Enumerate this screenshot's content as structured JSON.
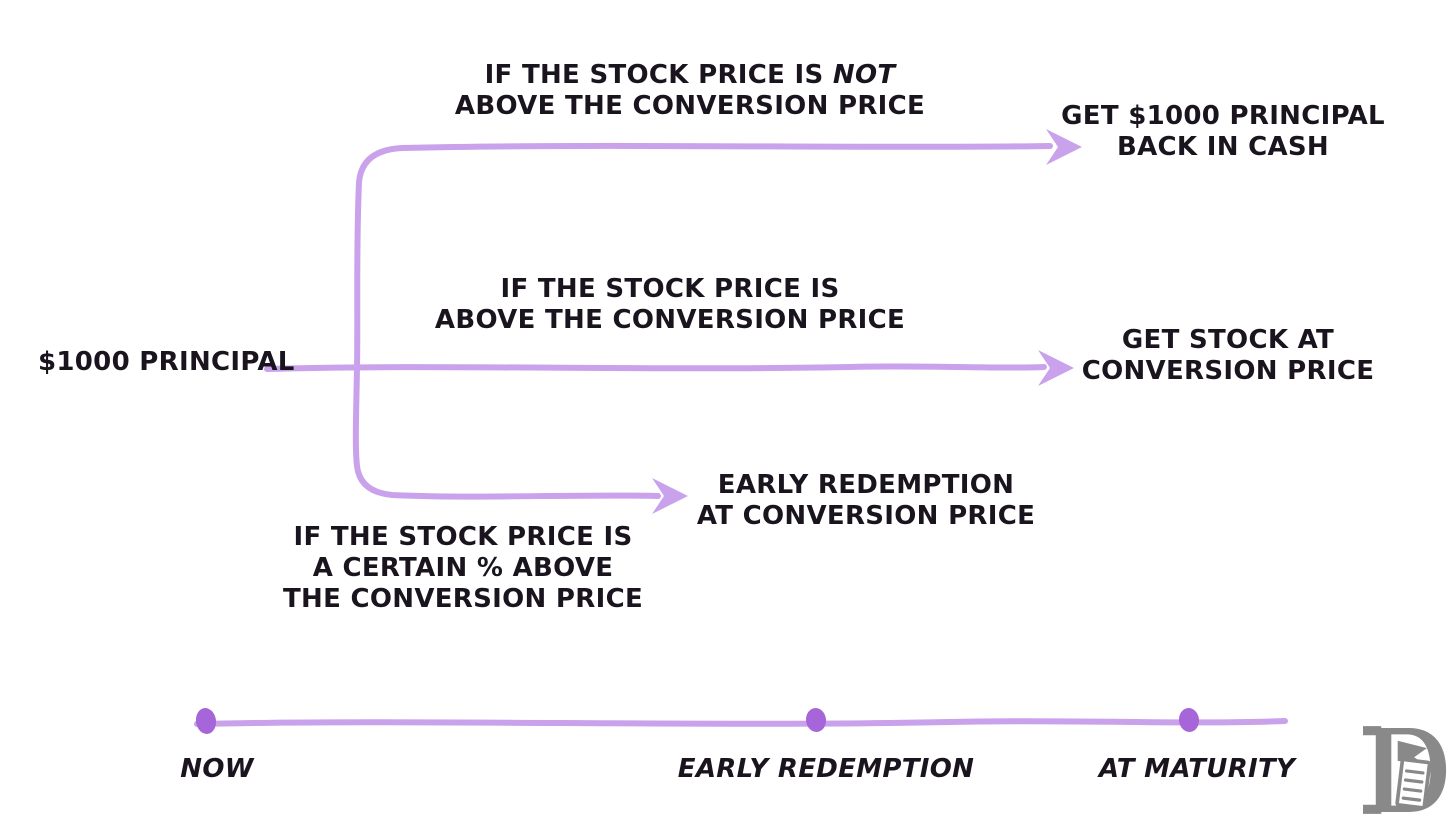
{
  "colors": {
    "background": "#ffffff",
    "line": "#c9a2eb",
    "dot": "#a665d8",
    "text": "#1a141f",
    "logo": "#898989"
  },
  "principal_label": "$1000 PRINCIPAL",
  "branches": {
    "top": {
      "condition": {
        "line1_pre": "IF THE STOCK PRICE IS ",
        "line1_emph": "NOT",
        "line2": "ABOVE THE CONVERSION PRICE"
      },
      "result": {
        "line1": "GET $1000 PRINCIPAL",
        "line2": "BACK IN CASH"
      }
    },
    "middle": {
      "condition": {
        "line1": "IF THE STOCK PRICE IS",
        "line2": "ABOVE THE CONVERSION PRICE"
      },
      "result": {
        "line1": "GET STOCK AT",
        "line2": "CONVERSION PRICE"
      }
    },
    "bottom": {
      "condition": {
        "line1": "IF THE STOCK PRICE IS",
        "line2": "A CERTAIN % ABOVE",
        "line3": "THE CONVERSION PRICE"
      },
      "result": {
        "line1": "EARLY REDEMPTION",
        "line2": "AT CONVERSION PRICE"
      }
    }
  },
  "timeline": {
    "labels": [
      "NOW",
      "EARLY REDEMPTION",
      "AT MATURITY"
    ]
  },
  "logo": {
    "icon": "letter-d-with-scroll"
  }
}
